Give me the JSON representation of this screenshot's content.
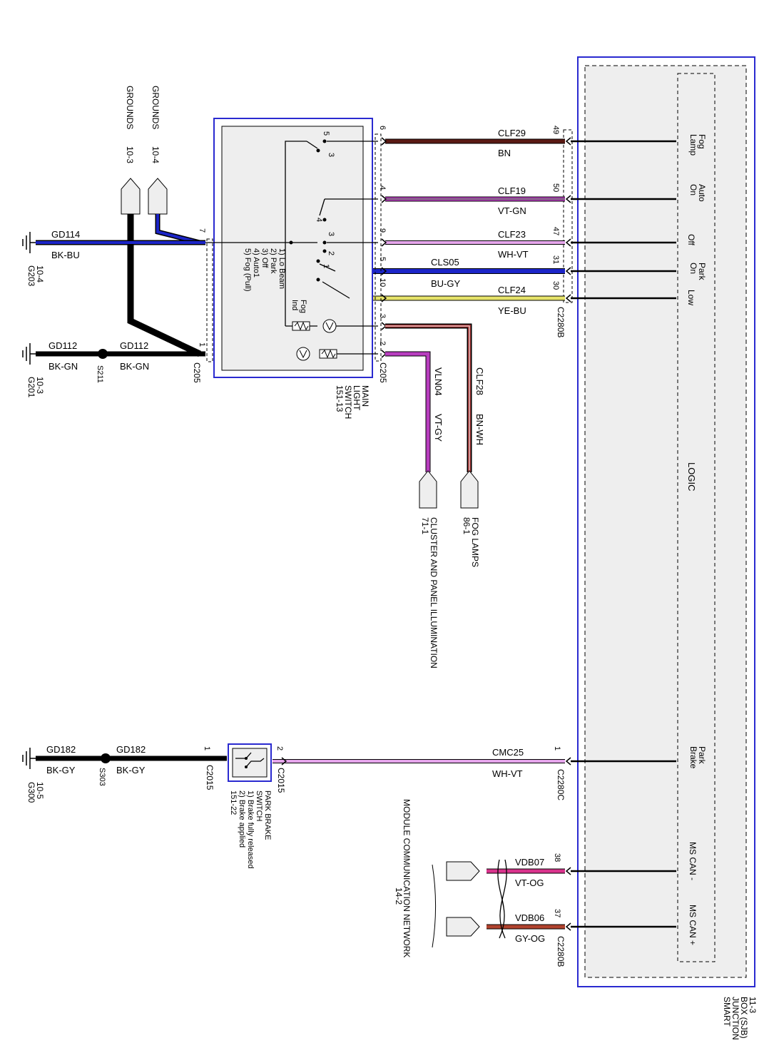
{
  "sjb": {
    "title": [
      "SMART",
      "JUNCTION",
      "BOX (SJB)",
      "11-3"
    ],
    "logic_label": "LOGIC",
    "inputs": {
      "fog_lamp": [
        "Fog",
        "Lamp"
      ],
      "auto_on": [
        "Auto",
        "On"
      ],
      "off": "Off",
      "park_on": [
        "Park",
        "On"
      ],
      "low": "Low",
      "park_brake": [
        "Park",
        "Brake"
      ],
      "ms_can_minus": "MS CAN -",
      "ms_can_plus": "MS CAN +"
    },
    "connectors": {
      "c2280b_top": "C2280B",
      "c2280c": "C2280C",
      "c2280b_bottom": "C2280B"
    }
  },
  "wires": [
    {
      "circuit": "CLF29",
      "color_code": "BN",
      "sjb_pin": "49",
      "switch_pin": "6",
      "color": "#5a1a14"
    },
    {
      "circuit": "CLF19",
      "color_code": "VT-GN",
      "sjb_pin": "50",
      "switch_pin": "4",
      "color": "#b83dbf"
    },
    {
      "circuit": "CLF23",
      "color_code": "WH-VT",
      "sjb_pin": "47",
      "switch_pin": "9",
      "color": "#e6a6ec"
    },
    {
      "circuit": "CLS05",
      "color_code": "BU-GY",
      "sjb_pin": "31",
      "switch_pin": "5",
      "color": "#1c25c8"
    },
    {
      "circuit": "CLF24",
      "color_code": "YE-BU",
      "sjb_pin": "30",
      "switch_pin": "10",
      "color": "#e6e36a"
    },
    {
      "circuit": "CMC25",
      "color_code": "WH-VT",
      "sjb_pin": "1",
      "switch_pin": "2",
      "color": "#e6a6ec"
    },
    {
      "circuit": "VDB07",
      "color_code": "VT-OG",
      "sjb_pin": "38",
      "color": "#d9338c"
    },
    {
      "circuit": "VDB06",
      "color_code": "GY-OG",
      "sjb_pin": "37",
      "color": "#b0432e"
    }
  ],
  "main_switch": {
    "title": [
      "MAIN",
      "LIGHT",
      "SWITCH",
      "151-13"
    ],
    "connector": "C205",
    "positions": [
      "1) Lo Beam",
      "2) Park",
      "3) Off",
      "4) Auto1",
      "5) Fog (Pull)"
    ],
    "fog_ind": [
      "Fog",
      "Ind"
    ],
    "pins": {
      "p1": "1",
      "p2": "2",
      "p3": "3",
      "p7": "7"
    },
    "switch_nums": [
      "5",
      "3",
      "4",
      "3",
      "2",
      "1"
    ],
    "out_fog": {
      "circuit": "CLF28",
      "color_code": "BN-WH"
    },
    "out_illum": {
      "circuit": "VLN04",
      "color_code": "VT-GY"
    }
  },
  "grounds": {
    "g203": {
      "circuit": "GD114",
      "color_code": "BK-BU",
      "label": [
        "G203",
        "10-4"
      ]
    },
    "g201": {
      "circuit": "GD112",
      "color_code": "BK-GN",
      "circuit2": "GD112",
      "color_code2": "BK-GN",
      "splice": "S211",
      "label": [
        "G201",
        "10-3"
      ]
    },
    "g300": {
      "circuit": "GD182",
      "color_code": "BK-GY",
      "circuit2": "GD182",
      "color_code2": "BK-GY",
      "splice": "S303",
      "label": [
        "G300",
        "10-5"
      ]
    },
    "ref1": [
      "GROUNDS",
      "10-3"
    ],
    "ref2": [
      "GROUNDS",
      "10-4"
    ]
  },
  "destinations": {
    "fog_lamps": [
      "FOG LAMPS",
      "86-1"
    ],
    "cluster": [
      "CLUSTER AND PANEL ILLUMINATION",
      "71-1"
    ],
    "module_comm": [
      "MODULE COMMUNICATION NETWORK",
      "14-2"
    ]
  },
  "park_brake_switch": {
    "title": [
      "PARK BRAKE",
      "SWITCH",
      "1) Brake fully released",
      "2) Brake applied",
      "151-22"
    ],
    "connector": "C2015",
    "pins": [
      "1",
      "2"
    ]
  }
}
